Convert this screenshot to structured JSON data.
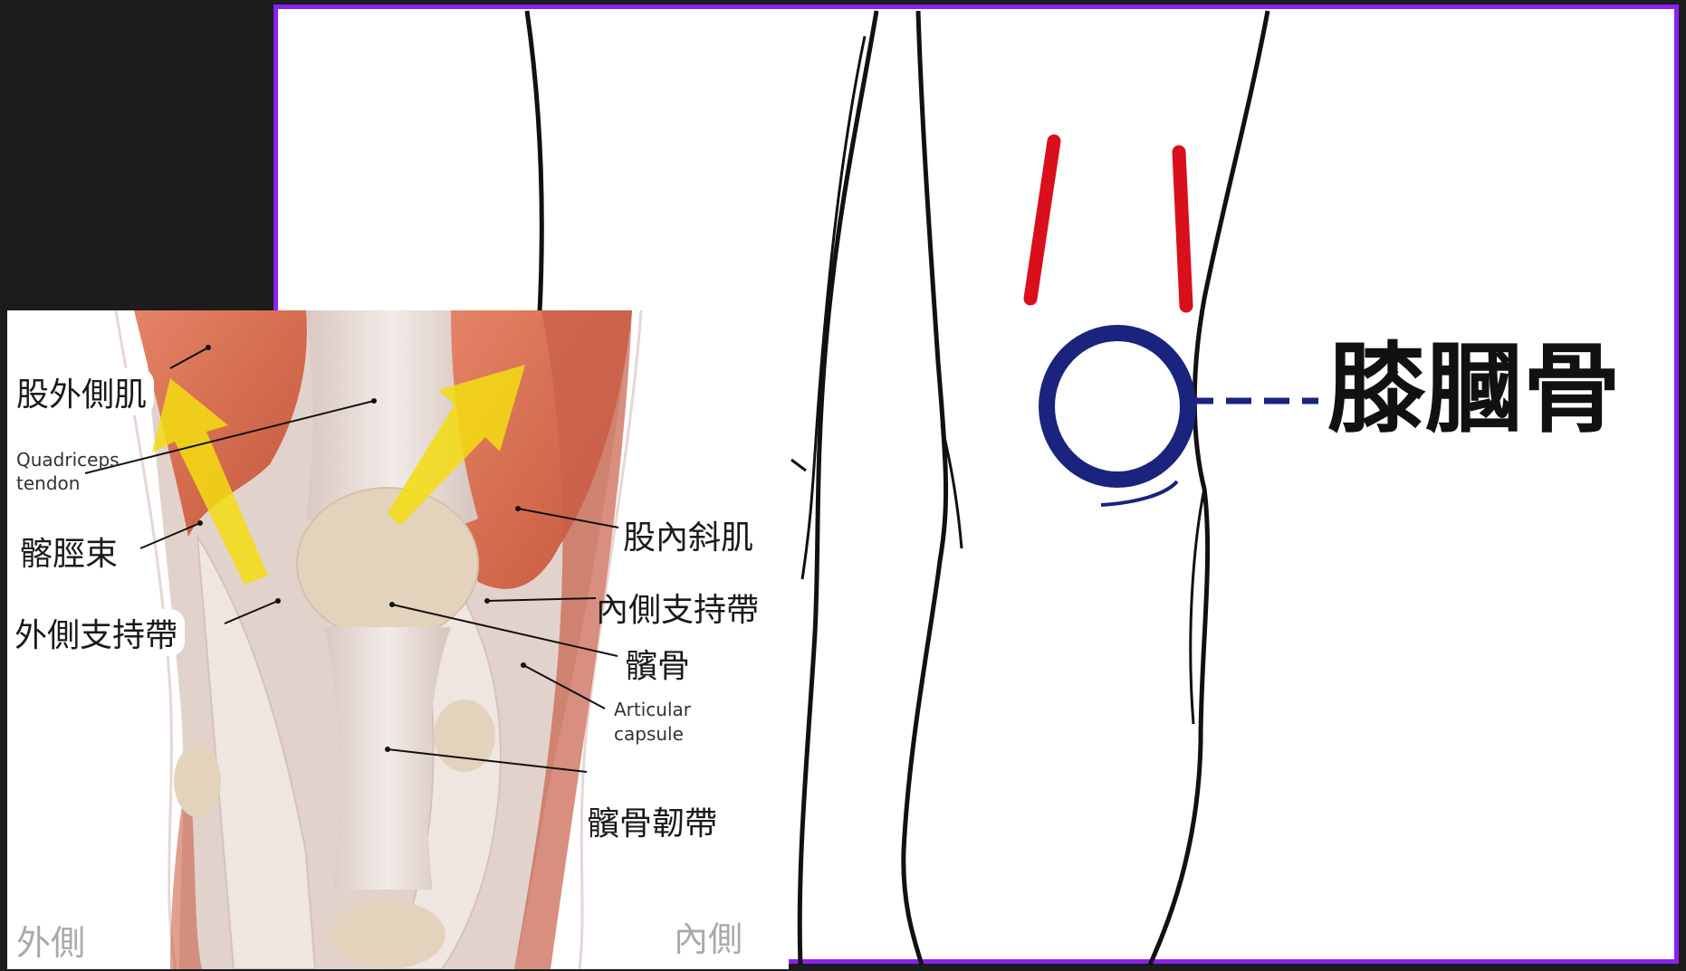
{
  "kneecap_diagram": {
    "label": "膝膕骨",
    "colors": {
      "border": "#8a21ee",
      "red_marks": "#d90f1c",
      "circle": "#1a237e",
      "outline": "#111111"
    }
  },
  "anatomy_inset": {
    "labels": {
      "vastus_lateralis": "股外側肌",
      "quadriceps_tendon": [
        "Quadriceps",
        "tendon"
      ],
      "iliotibial_band": "髂脛束",
      "lateral_retinaculum": "外側支持帶",
      "vastus_medialis_obliquus": "股內斜肌",
      "medial_retinaculum": "內側支持帶",
      "patella": "髕骨",
      "articular_capsule": [
        "Articular",
        "capsule"
      ],
      "patellar_ligament": "髕骨韌帶",
      "lateral_side": "外側",
      "medial_side": "內側"
    },
    "colors": {
      "muscle": "#d4694c",
      "tendon": "#e9e0dc",
      "patella": "#e3d3bd",
      "arrow": "#f3dd10"
    }
  }
}
